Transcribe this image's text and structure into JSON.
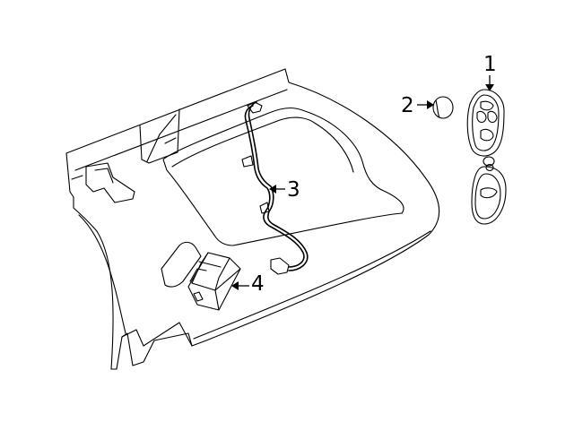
{
  "callouts": [
    {
      "id": "1",
      "label": "1",
      "icon": "key-fob-icon"
    },
    {
      "id": "2",
      "label": "2",
      "icon": "battery-cell-icon"
    },
    {
      "id": "3",
      "label": "3",
      "icon": "antenna-harness-icon"
    },
    {
      "id": "4",
      "label": "4",
      "icon": "receiver-module-icon"
    }
  ],
  "colors": {
    "stroke": "#000000",
    "background": "#ffffff"
  }
}
